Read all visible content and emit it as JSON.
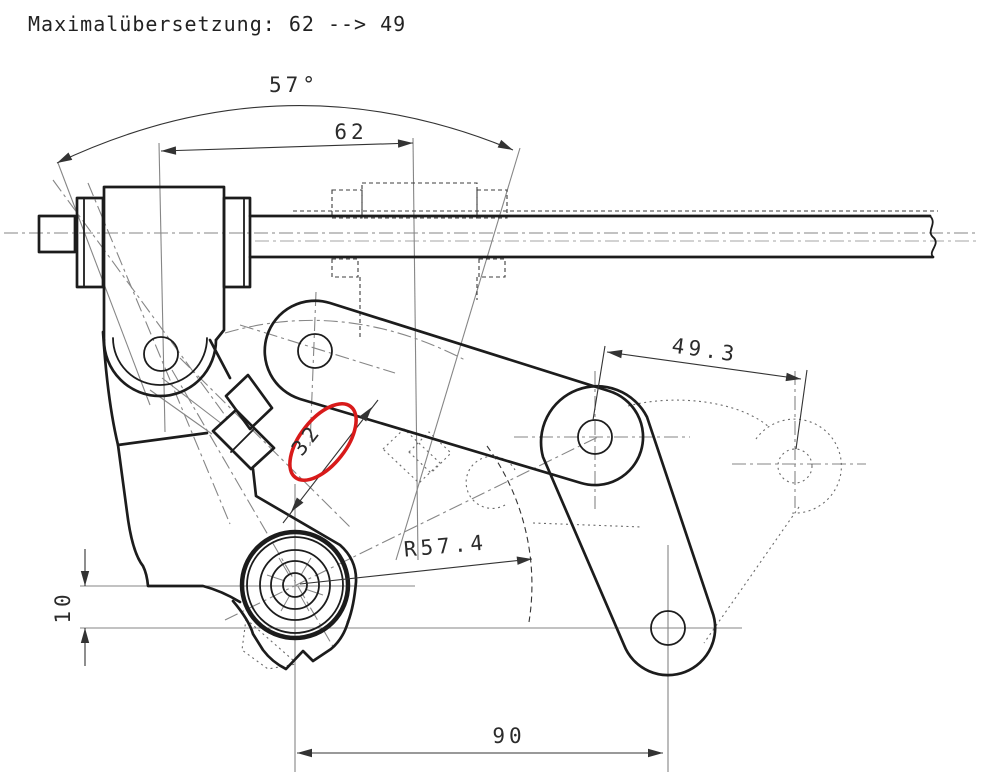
{
  "title": "Maximalübersetzung:  62 --> 49",
  "dimensions": {
    "angle_top": "57°",
    "width_top": "62",
    "length_upper_right": "49.3",
    "slot_width": "32",
    "radius_cage": "R57.4",
    "offset_left": "10",
    "width_bottom": "90"
  },
  "colors": {
    "outline": "#1c1c1c",
    "dimension": "#333333",
    "construction": "#868686",
    "hidden": "#3d3d3d",
    "phantom": "#6b6b6b",
    "highlight": "#d81a1a",
    "background": "#ffffff"
  }
}
